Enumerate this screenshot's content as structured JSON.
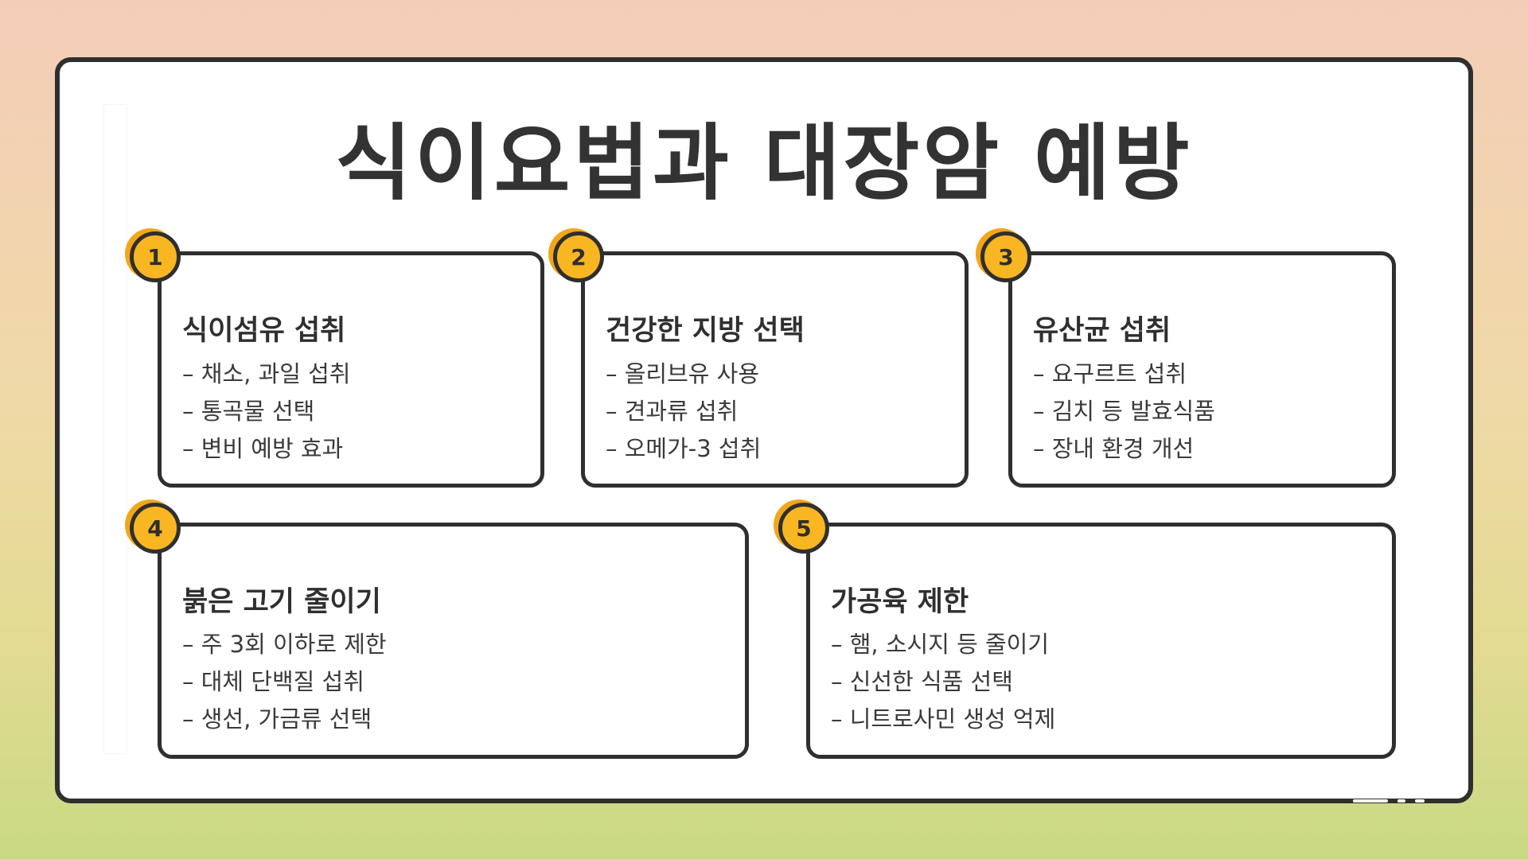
{
  "title": "식이요법과 대장암 예방",
  "cards": [
    {
      "number": "1",
      "heading": "식이섬유 섭취",
      "items": [
        "– 채소, 과일 섭취",
        "– 통곡물 선택",
        "– 변비 예방 효과"
      ]
    },
    {
      "number": "2",
      "heading": "건강한 지방 선택",
      "items": [
        "– 올리브유 사용",
        "– 견과류 섭취",
        "– 오메가-3 섭취"
      ]
    },
    {
      "number": "3",
      "heading": "유산균 섭취",
      "items": [
        "– 요구르트 섭취",
        "– 김치 등 발효식품",
        "– 장내 환경 개선"
      ]
    },
    {
      "number": "4",
      "heading": "붉은 고기 줄이기",
      "items": [
        "– 주 3회 이하로 제한",
        "– 대체 단백질 섭취",
        "– 생선, 가금류 선택"
      ]
    },
    {
      "number": "5",
      "heading": "가공육 제한",
      "items": [
        "– 햄, 소시지 등 줄이기",
        "– 신선한 식품 선택",
        "– 니트로사민 생성 억제"
      ]
    }
  ],
  "colors": {
    "badge": "#f9b623",
    "outline": "#2f2f2f",
    "background_top": "#f4cdb8",
    "background_bottom": "#c9d983"
  }
}
